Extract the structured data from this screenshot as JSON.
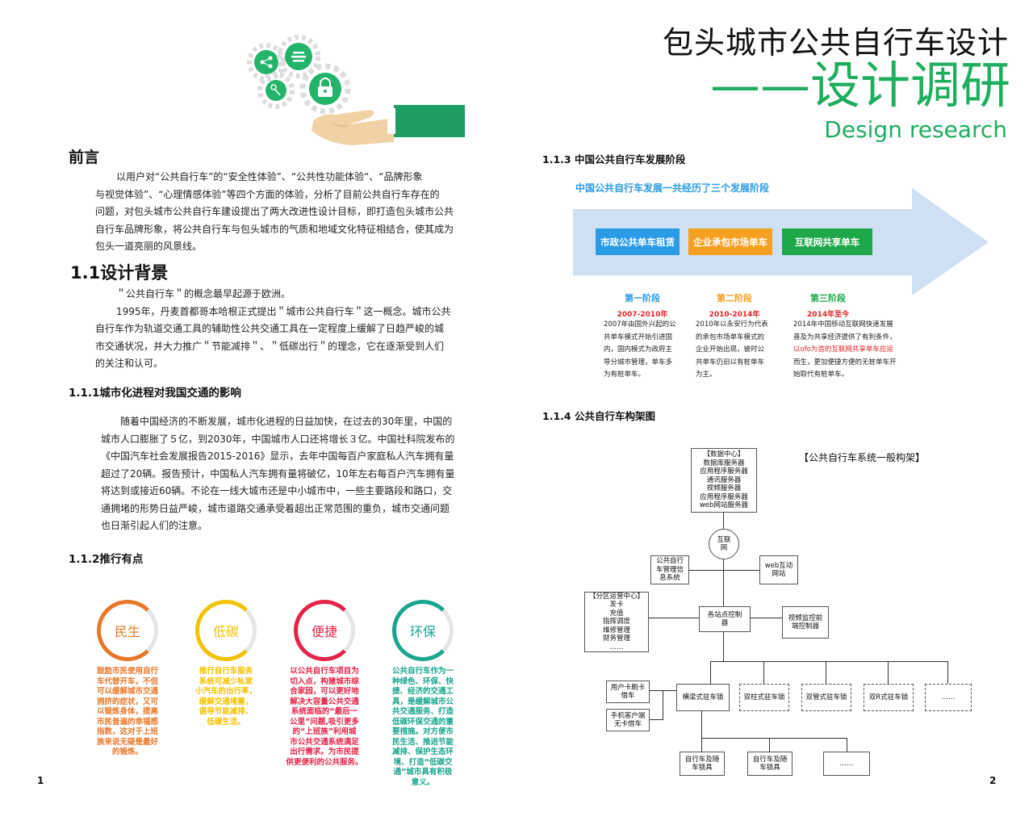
{
  "title": {
    "line1": "包头城市公共自行车设计",
    "line2": "——设计调研",
    "line3": "Design research"
  },
  "preface": {
    "heading": "前言",
    "lines": [
      "以用户对“公共自行车”的“安全性体验”、“公共性功能体验“、“品牌形象",
      "与视觉体验”、“心理情感体验”等四个方面的体验，分析了目前公共自行车存在的",
      "问题，对包头城市公共自行车建设提出了两大改进性设计目标，即打造包头城市公共",
      "自行车品牌形象，将公共自行车与包头城市的气质和地域文化特征相结合，使其成为",
      "包头一道亮丽的风景线。"
    ]
  },
  "s11": {
    "heading": "1.1设计背景",
    "lines": [
      "＂公共自行车＂的概念最早起源于欧洲。",
      "1995年，丹麦首都哥本哈根正式提出＂城市公共自行车＂这一概念。城市公共",
      "自行车作为轨道交通工具的辅助性公共交通工具在一定程度上缓解了日趋严峻的城",
      "市交通状况，并大力推广＂节能减排＂、＂低碳出行＂的理念，它在逐渐受到人们",
      "的关注和认可。"
    ]
  },
  "s111": {
    "heading": "1.1.1城市化进程对我国交通的影响",
    "lines": [
      "随着中国经济的不断发展，城市化进程的日益加快，在过去的30年里，中国的",
      "城市人口膨胀了５亿，到2030年，中国城市人口还将增长３亿。中国社科院发布的",
      "《中国汽车社会发展报告2015-2016》显示，去年中国每百户家庭私人汽车拥有量",
      "超过了20辆。报告预计，中国私人汽车拥有量将破亿，10年左右每百户汽车拥有量",
      "将达到或接近60辆。不论在一线大城市还是中小城市中，一些主要路段和路口，交",
      "通拥堵的形势日益严峻，城市道路交通承受着超出正常范围的重负，城市交通问题",
      "也日渐引起人们的注意。"
    ]
  },
  "s112": {
    "heading": "1.1.2推行有点",
    "items": [
      {
        "label": "民生",
        "color": "#e8782a",
        "lines": [
          "鼓励市民使用自行",
          "车代替开车，不但",
          "可以缓解城市交通",
          "拥挤的症状，又可",
          "以锻炼身体，提高",
          "市民普遍的幸福感",
          "指数，这对于上班",
          "族来说无疑是最好",
          "的锻炼。"
        ]
      },
      {
        "label": "低碳",
        "color": "#f2c200",
        "lines": [
          "推行自行车服务",
          "系统可减少私家",
          "小汽车的出行率，",
          "缓解交通堵塞，",
          "倡导节能减排、",
          "低碳生活。"
        ]
      },
      {
        "label": "便捷",
        "color": "#e5244a",
        "lines": [
          "以公共自行车项目为",
          "切入点，构建城市综",
          "合家园，可以更好地",
          "解决大容量公共交通",
          "系统面临的“最后一",
          "公里”问题,吸引更多",
          "的“上班族”利用城",
          "市公共交通系统满足",
          "出行需求。为市民提",
          "供更便利的公共服务。"
        ]
      },
      {
        "label": "环保",
        "color": "#1aa58e",
        "lines": [
          "公共自行车作为一",
          "种绿色、环保、快",
          "捷、经济的交通工",
          "具，是缓解城市公",
          "共交通服务、打造",
          "低碳环保交通的重",
          "要措施。对方便市",
          "民生活、推进节能",
          "减排、保护生态环",
          "境、打造“低碳交",
          "通”城市具有积极",
          "意义。"
        ]
      }
    ]
  },
  "page1_number": "1",
  "page2_number": "2",
  "s113": {
    "heading": "1.1.3 中国公共自行车发展阶段",
    "subtitle": "中国公共自行车发展一共经历了三个发展阶段",
    "stages": [
      {
        "label": "市政公共单车租赁",
        "color": "#2a9be5",
        "title": "第一阶段",
        "title_color": "#2a9be5",
        "years": "2007-2010年",
        "lines": [
          "2007年由国外兴起的公",
          "共单车模式开始引进国",
          "内，国内模式为政府主",
          "导分城市管理，单车多",
          "为有桩单车。"
        ]
      },
      {
        "label": "企业承包市场单车",
        "color": "#f5a020",
        "title": "第二阶段",
        "title_color": "#f5a020",
        "years": "2010-2014年",
        "lines": [
          "2010年以永安行为代表",
          "的承包市场单车模式的",
          "企业开始出现，彼时公",
          "共单车仍旧以有桩单车",
          "为主。"
        ]
      },
      {
        "label": "互联网共享单车",
        "color": "#1ea84a",
        "title": "第三阶段",
        "title_color": "#1ea84a",
        "years": "2014年至今",
        "lines": [
          "2014年中国移动互联网快速发展",
          "普及为共享经济提供了有利条件，",
          "以ofo为首的互联网共享单车应运",
          "而生，更加便捷方便的无桩单车开",
          "始取代有桩单车。"
        ]
      }
    ]
  },
  "s114": {
    "heading": "1.1.4 公共自行车构架图",
    "diagram_title": "【公共自行车系统一般构架】",
    "data_center": [
      "【数据中心】",
      "数据库服务器",
      "应用程序服务器",
      "通讯服务器",
      "视频服务器",
      "应用程序服务器",
      "web网站服务器"
    ],
    "internet": [
      "互联",
      "网"
    ],
    "mgmt": [
      "公共自行",
      "车管理信",
      "息系统"
    ],
    "web": [
      "web互动",
      "网站"
    ],
    "district": [
      "【分区运营中心】",
      "发卡",
      "充值",
      "指挥调度",
      "维修管理",
      "财务管理",
      "……"
    ],
    "station_ctrl": [
      "各站点控制",
      "器"
    ],
    "video_ctrl": [
      "视频监控前",
      "端控制器"
    ],
    "card_user": [
      "用户卡刷卡",
      "借车"
    ],
    "phone_user": [
      "手机客户端",
      "无卡借车"
    ],
    "docks": [
      "横梁式驻车锁",
      "双柱式驻车锁",
      "双管式驻车锁",
      "双R式驻车锁",
      "……"
    ],
    "locks": [
      "自行车及随\n车锁具",
      "自行车及随\n车锁具",
      "……"
    ]
  }
}
